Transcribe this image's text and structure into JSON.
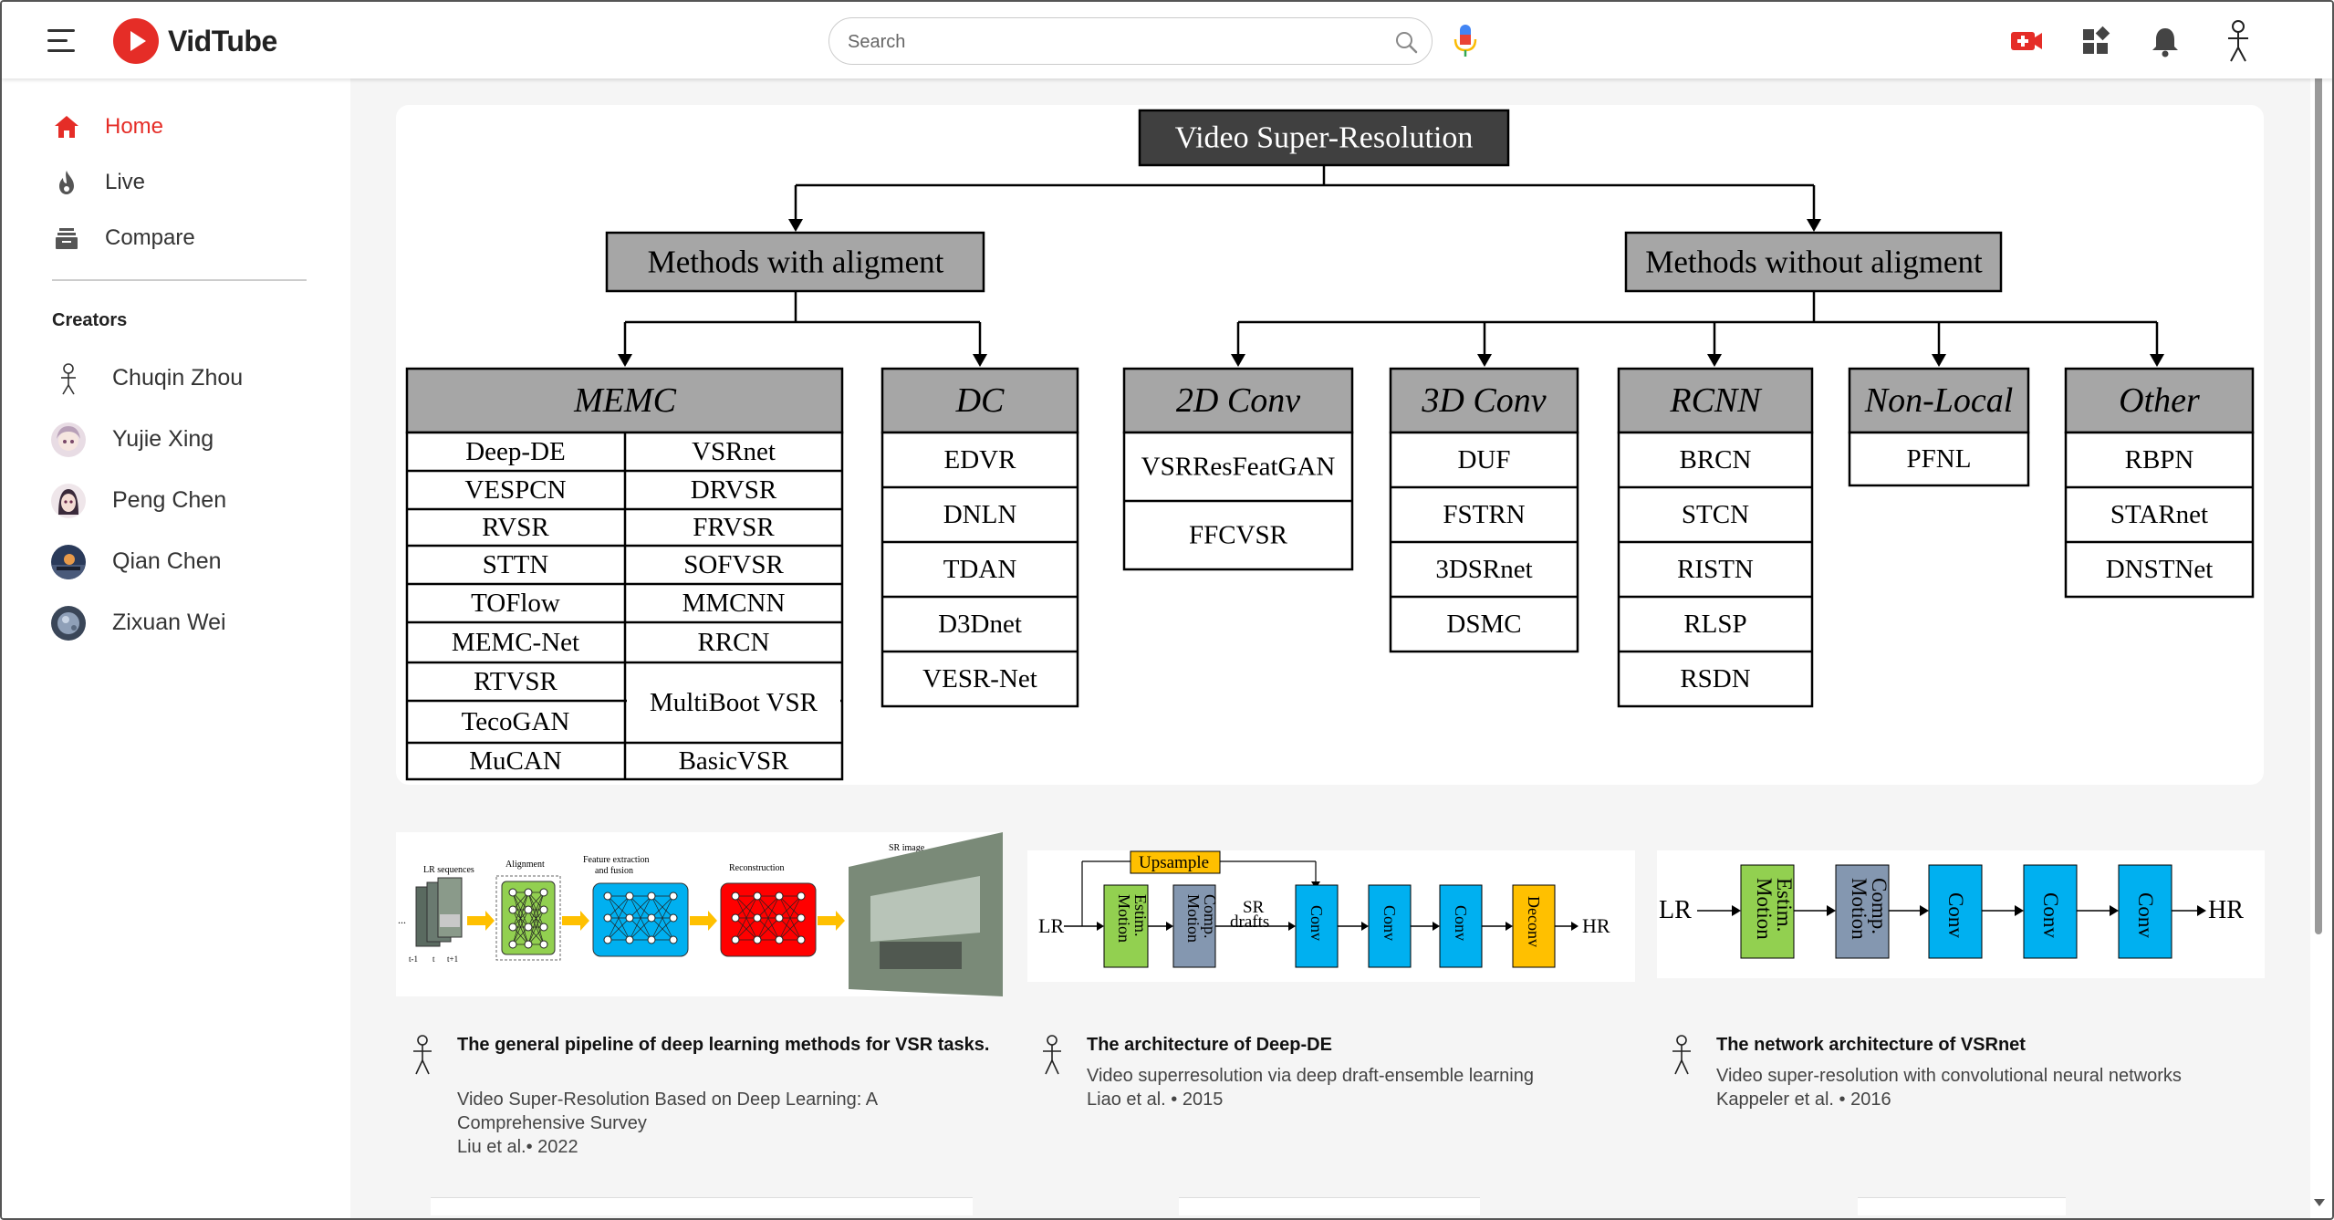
{
  "app": {
    "name": "VidTube"
  },
  "header": {
    "search_placeholder": "Search",
    "icons": [
      "menu-icon",
      "search-icon",
      "mic-icon",
      "create-video-icon",
      "apps-icon",
      "notifications-icon",
      "account-icon"
    ]
  },
  "sidebar": {
    "nav": [
      {
        "label": "Home",
        "icon": "home-icon",
        "active": true
      },
      {
        "label": "Live",
        "icon": "flame-icon",
        "active": false
      },
      {
        "label": "Compare",
        "icon": "compare-icon",
        "active": false
      }
    ],
    "creators_title": "Creators",
    "creators": [
      {
        "label": "Chuqin Zhou",
        "icon": "stick-figure-avatar"
      },
      {
        "label": "Yujie Xing",
        "icon": "avatar"
      },
      {
        "label": "Peng Chen",
        "icon": "avatar"
      },
      {
        "label": "Qian Chen",
        "icon": "avatar"
      },
      {
        "label": "Zixuan Wei",
        "icon": "avatar"
      }
    ]
  },
  "taxonomy": {
    "root": "Video Super-Resolution",
    "left_branch": "Methods with aligment",
    "right_branch": "Methods without aligment",
    "groups": {
      "memc": {
        "title": "MEMC",
        "left": [
          "Deep-DE",
          "VESPCN",
          "RVSR",
          "STTN",
          "TOFlow",
          "MEMC-Net",
          "RTVSR",
          "TecoGAN",
          "MuCAN"
        ],
        "right": [
          "VSRnet",
          "DRVSR",
          "FRVSR",
          "SOFVSR",
          "MMCNN",
          "RRCN",
          "MultiBoot VSR",
          "BasicVSR"
        ]
      },
      "dc": {
        "title": "DC",
        "items": [
          "EDVR",
          "DNLN",
          "TDAN",
          "D3Dnet",
          "VESR-Net"
        ]
      },
      "conv2d": {
        "title": "2D Conv",
        "items": [
          "VSRResFeatGAN",
          "FFCVSR"
        ]
      },
      "conv3d": {
        "title": "3D Conv",
        "items": [
          "DUF",
          "FSTRN",
          "3DSRnet",
          "DSMC"
        ]
      },
      "rcnn": {
        "title": "RCNN",
        "items": [
          "BRCN",
          "STCN",
          "RISTN",
          "RLSP",
          "RSDN"
        ]
      },
      "nonlocal": {
        "title": "Non-Local",
        "items": [
          "PFNL"
        ]
      },
      "other": {
        "title": "Other",
        "items": [
          "RBPN",
          "STARnet",
          "DNSTNet"
        ]
      }
    }
  },
  "videos": [
    {
      "title": "The general pipeline of deep learning methods for VSR tasks.",
      "subtitle": "Video Super-Resolution Based on Deep Learning: A Comprehensive Survey",
      "meta": "Liu et al.• 2022",
      "thumb": {
        "lr_label": "LR sequences",
        "frame_labels": [
          "t-1",
          "t",
          "t+1"
        ],
        "stages": [
          "Alignment",
          "Feature extraction and fusion",
          "Reconstruction"
        ],
        "sr_label": "SR image",
        "dots": "..."
      }
    },
    {
      "title": "The architecture of Deep-DE",
      "subtitle": "Video superresolution via deep draft-ensemble learning",
      "meta": "Liao et al. • 2015",
      "thumb": {
        "upsample": "Upsample",
        "lr": "LR",
        "hr": "HR",
        "blocks": [
          "Motion Estim.",
          "Motion Comp.",
          "Conv",
          "Conv",
          "Conv",
          "Deconv"
        ],
        "sr_drafts": "SR drafts"
      }
    },
    {
      "title": "The network architecture of VSRnet",
      "subtitle": "Video super-resolution with convolutional neural networks",
      "meta": "Kappeler et al. • 2016",
      "thumb": {
        "lr": "LR",
        "hr": "HR",
        "blocks": [
          "Motion Estim.",
          "Motion Comp.",
          "Conv",
          "Conv",
          "Conv"
        ]
      }
    }
  ],
  "colors": {
    "accent": "#e52d27",
    "box_gray": "#a6a6a6",
    "root_dark": "#404040",
    "green": "#92d050",
    "slate": "#8497b0",
    "cyan": "#00b0f0",
    "orange": "#ffc000"
  }
}
